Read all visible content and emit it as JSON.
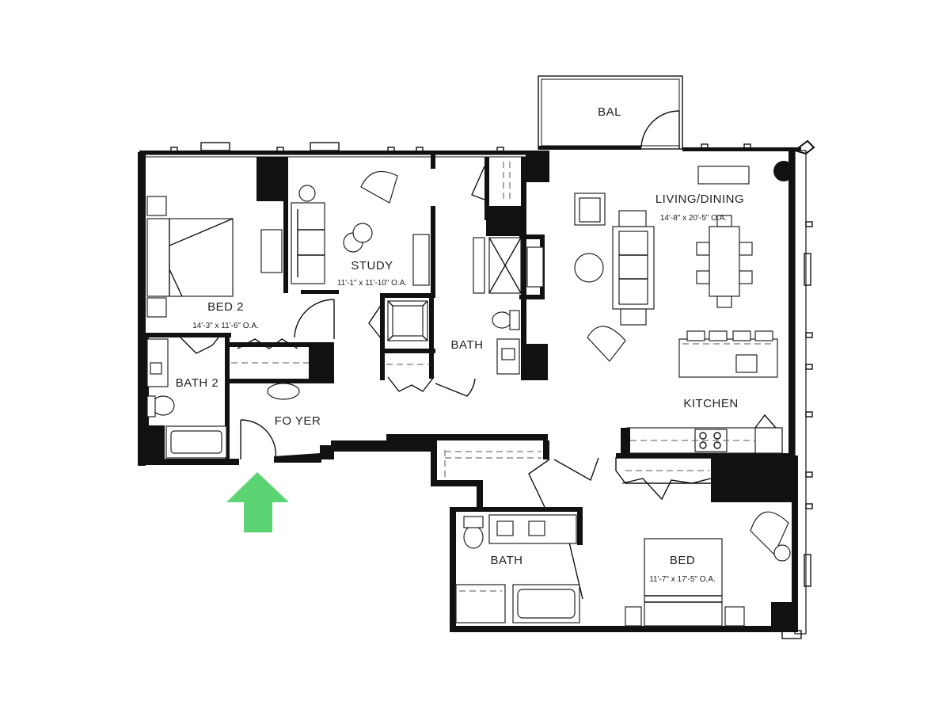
{
  "rooms": {
    "balcony": {
      "name": "BAL"
    },
    "living_dining": {
      "name": "LIVING/DINING",
      "dims": "14'-8\" x 20'-5\" O.A."
    },
    "study": {
      "name": "STUDY",
      "dims": "11'-1\" x 11'-10\" O.A."
    },
    "bed2": {
      "name": "BED 2",
      "dims": "14'-3\" x 11'-6\" O.A."
    },
    "bath_center": {
      "name": "BATH"
    },
    "bath2": {
      "name": "BATH 2"
    },
    "foyer": {
      "name": "FO YER"
    },
    "kitchen": {
      "name": "KITCHEN"
    },
    "bath_master": {
      "name": "BATH"
    },
    "bed": {
      "name": "BED",
      "dims": "11'-7\" x 17'-5\" O.A."
    }
  },
  "entry_arrow": {
    "icon": "entry-arrow-icon",
    "color": "#5dd474"
  },
  "colors": {
    "wall": "#111111",
    "background": "#ffffff"
  }
}
